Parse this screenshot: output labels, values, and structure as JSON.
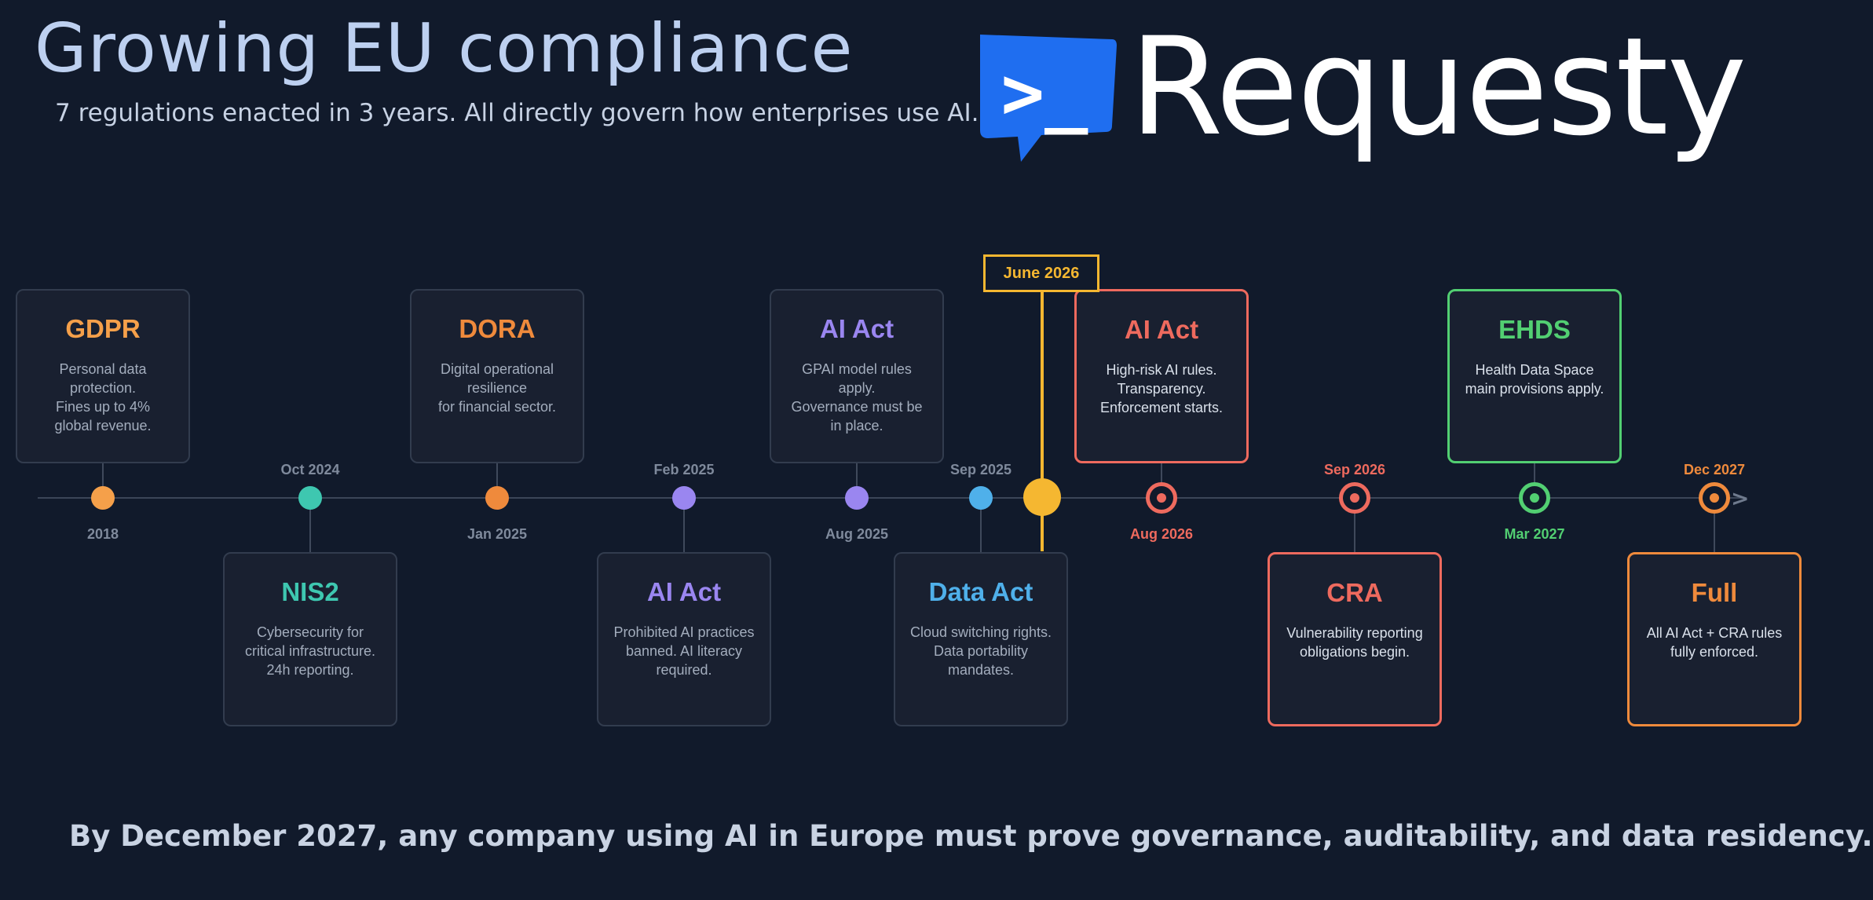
{
  "header": {
    "title": "Growing EU compliance",
    "subtitle": "7 regulations enacted in 3 years. All directly govern how enterprises use AI."
  },
  "brand": {
    "name": "Requesty",
    "icon_text": ">_",
    "icon": "terminal-chat-icon",
    "color": "#1f6ef0"
  },
  "timeline": {
    "now_label": "June 2026",
    "now_color": "#f5b731",
    "events": [
      {
        "date": "2018",
        "title": "GDPR",
        "description": "Personal data protection.\nFines up to 4%\nglobal revenue.",
        "color": "#f5a04a",
        "status": "enacted"
      },
      {
        "date": "Oct 2024",
        "title": "NIS2",
        "description": "Cybersecurity for critical infrastructure. 24h reporting.",
        "color": "#3ec7b0",
        "status": "enacted"
      },
      {
        "date": "Jan 2025",
        "title": "DORA",
        "description": "Digital operational resilience\nfor financial sector.",
        "color": "#ef8a3c",
        "status": "enacted"
      },
      {
        "date": "Feb 2025",
        "title": "AI Act",
        "description": "Prohibited AI practices\nbanned. AI literacy required.",
        "color": "#9a86f0",
        "status": "enacted"
      },
      {
        "date": "Aug 2025",
        "title": "AI Act",
        "description": "GPAI model rules apply.\nGovernance must be in place.",
        "color": "#9a86f0",
        "status": "enacted"
      },
      {
        "date": "Sep 2025",
        "title": "Data Act",
        "description": "Cloud switching rights.\nData portability mandates.",
        "color": "#4fb0ea",
        "status": "enacted"
      },
      {
        "date": "Aug 2026",
        "title": "AI Act",
        "description": "High-risk AI rules.\nTransparency.\nEnforcement starts.",
        "color": "#ee6a5e",
        "status": "upcoming"
      },
      {
        "date": "Sep 2026",
        "title": "CRA",
        "description": "Vulnerability reporting\nobligations begin.",
        "color": "#ee6a5e",
        "status": "upcoming"
      },
      {
        "date": "Mar 2027",
        "title": "EHDS",
        "description": "Health Data Space main provisions apply.",
        "color": "#52cf72",
        "status": "upcoming"
      },
      {
        "date": "Dec 2027",
        "title": "Full",
        "description": "All AI Act + CRA rules fully enforced.",
        "color": "#ef8a3c",
        "status": "upcoming"
      }
    ]
  },
  "footer": {
    "text": "By December 2027, any company using AI in Europe must prove governance, auditability, and data residency."
  }
}
